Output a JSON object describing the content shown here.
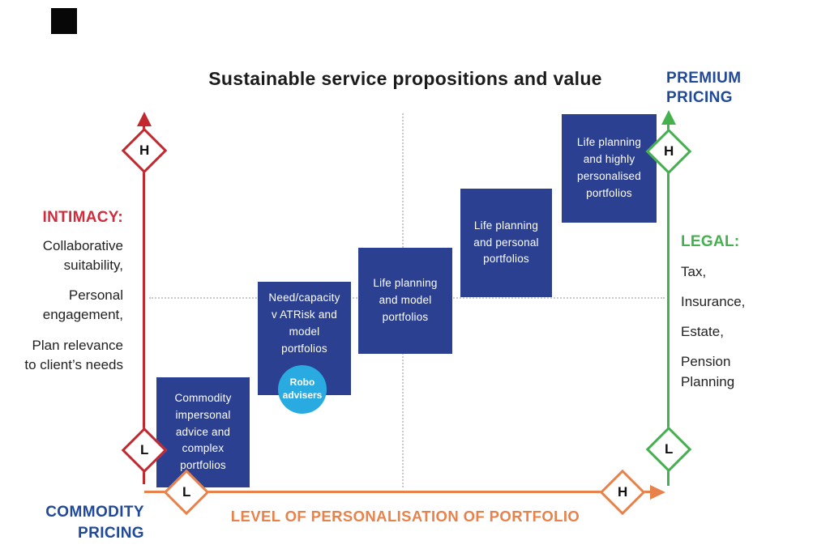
{
  "title": "Sustainable service propositions and value",
  "pricing": {
    "premium": "PREMIUM\nPRICING",
    "commodity": "COMMODITY\nPRICING"
  },
  "left_axis": {
    "heading": "INTIMACY:",
    "items": [
      "Collaborative suitability,",
      "Personal engagement,",
      "Plan relevance to client’s needs"
    ],
    "high": "H",
    "low": "L"
  },
  "right_axis": {
    "heading": "LEGAL:",
    "items": [
      "Tax,",
      "Insurance,",
      "Estate,",
      "Pension Planning"
    ],
    "high": "H",
    "low": "L"
  },
  "bottom_axis": {
    "label": "LEVEL OF PERSONALISATION OF PORTFOLIO",
    "high": "H",
    "low": "L"
  },
  "boxes": [
    {
      "text": "Commodity impersonal advice and complex portfolios"
    },
    {
      "text": "Need/capacity v ATRisk and model portfolios"
    },
    {
      "text": "Life planning and model portfolios"
    },
    {
      "text": "Life planning and personal portfolios"
    },
    {
      "text": "Life planning and highly personalised portfolios"
    }
  ],
  "robo_badge": "Robo advisers",
  "colors": {
    "box_blue": "#2b4090",
    "pricing_blue": "#20499a",
    "intimacy_red": "#c3282f",
    "legal_green": "#44b04e",
    "personalisation_orange": "#e9824a",
    "robo_cyan": "#29abe2"
  }
}
